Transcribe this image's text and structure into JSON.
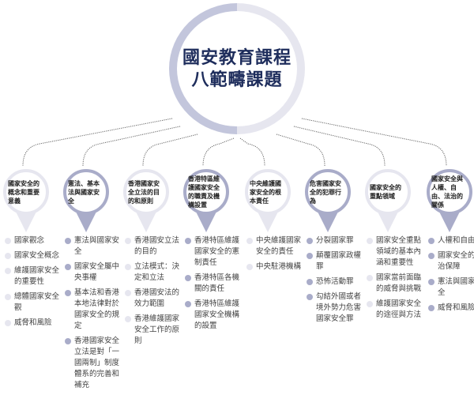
{
  "title": {
    "line1": "國安教育課程",
    "line2": "八範疇課題"
  },
  "colors": {
    "title": "#1e2d5c",
    "light": "#e6e6ef",
    "dark": "#a9acc9"
  },
  "categories": [
    {
      "label": "國家安全的概念和重要意義",
      "items": [
        "國家觀念",
        "國家安全概念",
        "維護國家安全的重要性",
        "總體國家安全觀",
        "威脅和風險"
      ]
    },
    {
      "label": "憲法、基本法與國家安全",
      "items": [
        "憲法與國家安全",
        "國家安全屬中央事權",
        "基本法和香港本地法律對於國家安全的規定",
        "香港國家安全立法是對「一國兩制」制度體系的完善和補充"
      ]
    },
    {
      "label": "香港國家安全立法的目的和原則",
      "items": [
        "香港國安立法的目的",
        "立法模式：決定和立法",
        "香港國安法的效力範圍",
        "香港維護國家安全工作的原則"
      ]
    },
    {
      "label": "香港特區維護國家安全的職責及機構設置",
      "items": [
        "香港特區維護國家安全的憲制責任",
        "香港特區各機關的責任",
        "香港特區維護國家安全機構的設置"
      ]
    },
    {
      "label": "中央維護國家安全的根本責任",
      "items": [
        "中央維護國家安全的責任",
        "中央駐港機構"
      ]
    },
    {
      "label": "危害國家安全的犯罪行為",
      "items": [
        "分裂國家罪",
        "顛覆國家政權罪",
        "恐怖活動罪",
        "勾結外國或者境外勢力危害國家安全罪"
      ]
    },
    {
      "label": "國家安全的重點領域",
      "items": [
        "國家安全重點領域的基本內涵和重要性",
        "國家當前面臨的威脅與挑戰",
        "維護國家安全的途徑與方法"
      ]
    },
    {
      "label": "國家安全與人權、自由、法治的關係",
      "items": [
        "人權和自由",
        "國家安全的法治保障",
        "憲法與國家安全",
        "威脅和風險"
      ]
    }
  ]
}
